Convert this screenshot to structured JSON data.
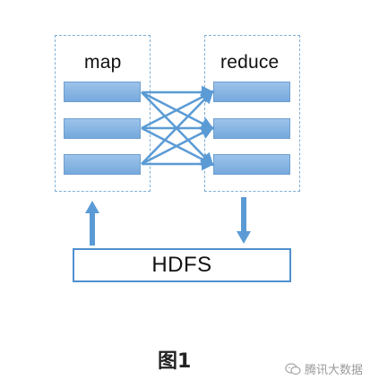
{
  "diagram": {
    "map": {
      "title": "map",
      "task_count": 3
    },
    "reduce": {
      "title": "reduce",
      "task_count": 3
    },
    "storage": {
      "label": "HDFS"
    },
    "caption": "图1",
    "watermark": {
      "text": "腾讯大数据",
      "icon": "wechat-icon"
    },
    "colors": {
      "bar_fill_top": "#9cc3ea",
      "bar_fill_bottom": "#76a9dc",
      "arrow": "#5b9bd5",
      "dashed_border": "#7fb0d8",
      "hdfs_border": "#4f8fce"
    }
  }
}
